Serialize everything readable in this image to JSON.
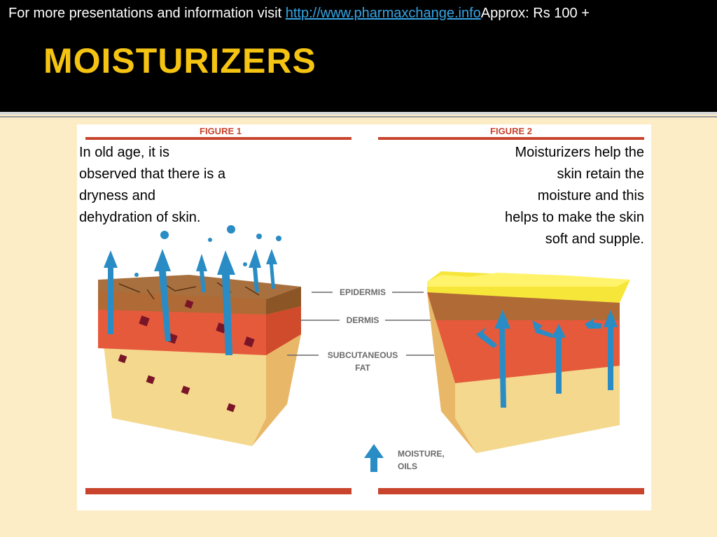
{
  "header": {
    "visit_text": "For more presentations and information visit ",
    "link_text": "http://www.pharmaxchange.info",
    "approx_text": "Approx: Rs 100 +",
    "title": "MOISTURIZERS"
  },
  "figure": {
    "fig1_label": "FIGURE 1",
    "fig2_label": "FIGURE 2",
    "layer_epidermis": "EPIDERMIS",
    "layer_dermis": "DERMIS",
    "layer_fat_1": "SUBCUTANEOUS",
    "layer_fat_2": "FAT",
    "legend_1": "MOISTURE,",
    "legend_2": "OILS"
  },
  "text_left": "In old age, it is observed that there is a dryness and dehydration of skin.",
  "text_right": "Moisturizers help the skin retain the moisture and this helps to make the skin soft and supple.",
  "colors": {
    "title": "#f5c413",
    "link": "#35a6e6",
    "accent": "#c8442c",
    "background": "#fdedc6"
  }
}
